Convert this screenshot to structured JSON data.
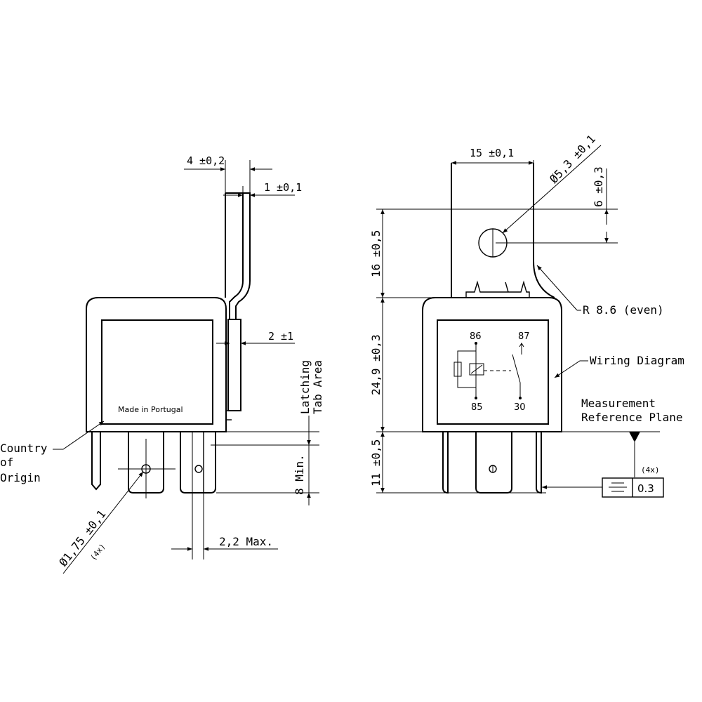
{
  "left_view": {
    "dim_tab_thickness": "4 ±0,2",
    "dim_tab_width": "1 ±0,1",
    "dim_latch_offset": "2 ±1",
    "latching_tab_area_line1": "Latching",
    "latching_tab_area_line2": "Tab Area",
    "made_in": "Made in Portugal",
    "country_line1": "Country",
    "country_line2": "of",
    "country_line3": "Origin",
    "dim_8_min": "8 Min.",
    "dim_hole": "Ø1,75 ±0,1",
    "dim_hole_count": "(4x)",
    "dim_2_2_max": "2,2 Max."
  },
  "right_view": {
    "dim_width": "15 ±0,1",
    "dim_hole_diameter": "Ø5,3 ±0,1",
    "dim_hole_height": "6 ±0,3",
    "dim_tab_height": "16 ±0,5",
    "radius": "R 8.6 (even)",
    "dim_body_height": "24,9 ±0,3",
    "wiring_diagram": "Wiring Diagram",
    "terminals": {
      "t86": "86",
      "t87": "87",
      "t85": "85",
      "t30": "30"
    },
    "measurement_line1": "Measurement",
    "measurement_line2": "Reference  Plane",
    "dim_terminal_length": "11 ±0,5",
    "tol_count": "(4x)",
    "tol_value": "0.3"
  }
}
